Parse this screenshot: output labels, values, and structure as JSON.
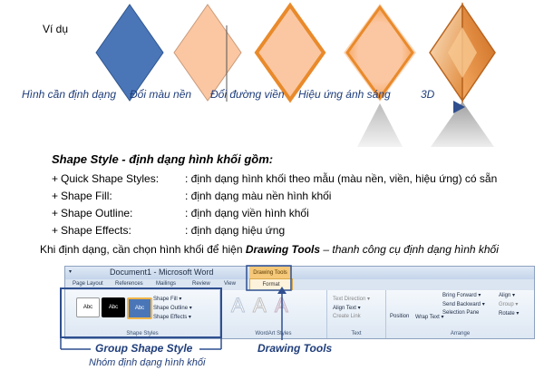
{
  "example_label": "Ví dụ",
  "diamonds": [
    {
      "label": "Hình cần định dạng",
      "style": "plain-blue"
    },
    {
      "label": "Đổi màu nền",
      "style": "peach"
    },
    {
      "label": "Đổi đường viền",
      "style": "orange-outline"
    },
    {
      "label": "Hiệu ứng ánh sáng",
      "style": "orange-glow"
    },
    {
      "label": "3D",
      "style": "3d"
    }
  ],
  "heading": "Shape Style - định dạng hình khối gồm:",
  "items": [
    {
      "bullet": "+",
      "term": "Quick Shape Styles:",
      "desc": ": định dạng hình khối theo mẫu (màu nền, viền, hiệu ứng) có sẵn"
    },
    {
      "bullet": "+",
      "term": "Shape Fill:",
      "desc": ": định dạng màu nền hình khối"
    },
    {
      "bullet": "+",
      "term": "Shape Outline:",
      "desc": ": định dạng viền hình khối"
    },
    {
      "bullet": "+",
      "term": "Shape Effects:",
      "desc": ": định dạng hiệu ứng"
    }
  ],
  "note": {
    "prefix": "Khi định dạng, cần chọn hình khối để hiện ",
    "bold": "Drawing Tools",
    "suffix": " – thanh công cụ định dạng hình khối"
  },
  "ribbon": {
    "title": "Document1 - Microsoft Word",
    "contextual": "Drawing Tools",
    "tabs": [
      "Page Layout",
      "References",
      "Mailings",
      "Review",
      "View"
    ],
    "format_tab": "Format",
    "style_boxes": [
      "Abc",
      "Abc",
      "Abc"
    ],
    "shape_cmds": [
      "Shape Fill ▾",
      "Shape Outline ▾",
      "Shape Effects ▾"
    ],
    "group_shape_styles": "Shape Styles",
    "group_wordart": "WordArt Styles",
    "text_cmds": [
      "Text Direction ▾",
      "Align Text ▾",
      "Create Link"
    ],
    "group_text": "Text",
    "position": "Position",
    "wrap": "Wrap Text ▾",
    "arrange_cmds": [
      "Bring Forward ▾",
      "Send Backward ▾",
      "Selection Pane"
    ],
    "arrange_cmds2": [
      "Align ▾",
      "Group ▾",
      "Rotate ▾"
    ],
    "group_arrange": "Arrange"
  },
  "callouts": {
    "group_shape_style": "Group Shape Style",
    "group_shape_style_vi": "Nhóm định dạng hình khối",
    "drawing_tools": "Drawing Tools"
  },
  "colors": {
    "blue_shape": "#4a76b8",
    "peach": "#fbc7a2",
    "orange_outline": "#e98a2b",
    "text_blue": "#1f3d7a"
  }
}
